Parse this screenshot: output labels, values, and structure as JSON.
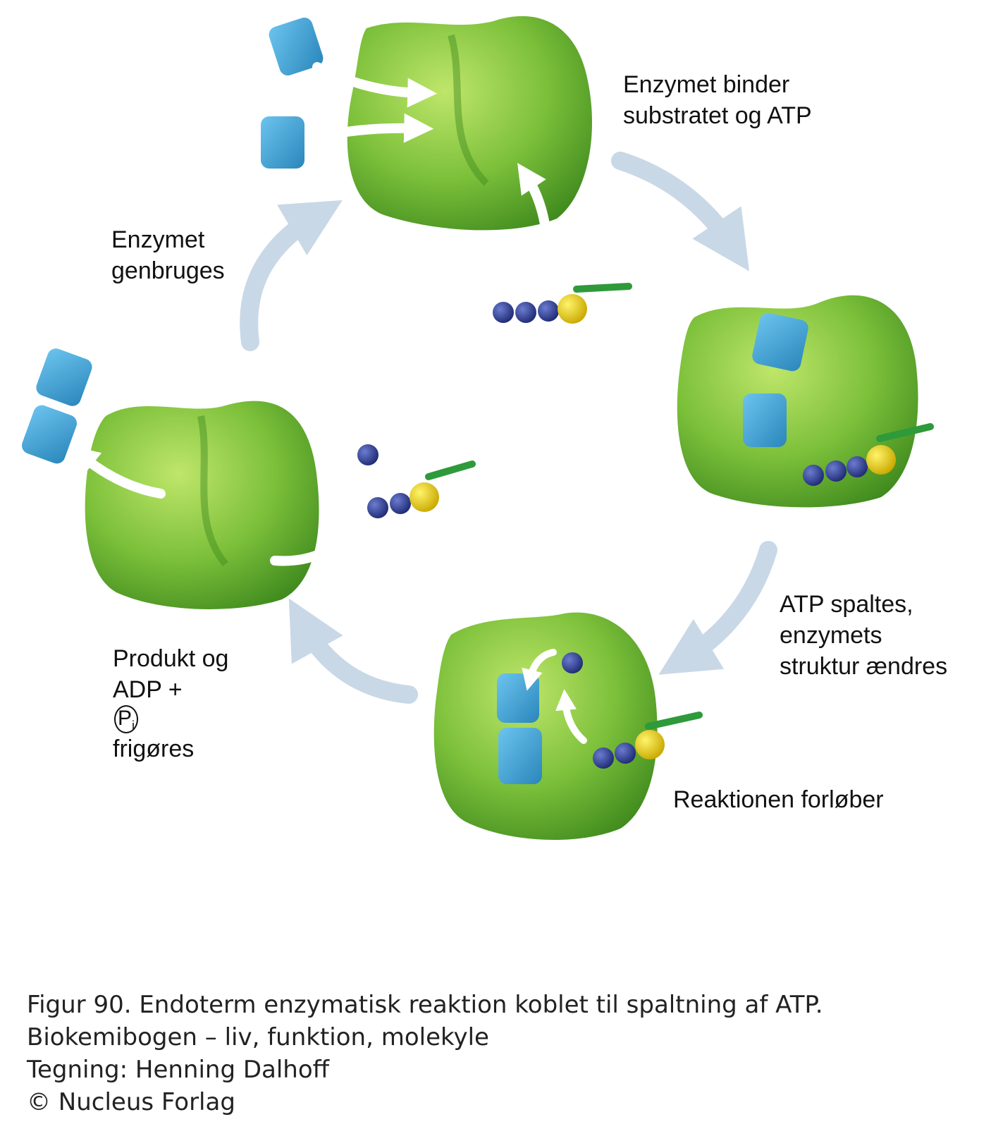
{
  "labels": {
    "step1": [
      "Enzymet binder",
      "substratet og ATP"
    ],
    "step2": [
      "ATP spaltes,",
      "enzymets",
      "struktur ændres"
    ],
    "step3": "Reaktionen forløber",
    "step4_line1": "Produkt og",
    "step4_line2_pre": "ADP +",
    "step4_pi": "P",
    "step4_pi_sub": "i",
    "step4_line2_post": " frigøres",
    "step5": [
      "Enzymet",
      "genbruges"
    ]
  },
  "caption": [
    "Figur 90. Endoterm enzymatisk reaktion koblet til spaltning af ATP.",
    "Biokemibogen – liv, funktion, molekyle",
    "Tegning: Henning Dalhoff",
    "© Nucleus Forlag"
  ],
  "colors": {
    "enzyme": "#7cc03a",
    "enzyme_dark": "#3f8a1e",
    "substrate": "#3a9fd2",
    "phosphate": "#2f3f94",
    "ribose": "#e6d21e",
    "base": "#2e9a3a",
    "cycle_arrow": "#c9d8e6"
  },
  "icons": [
    "enzyme-shape",
    "substrate-block",
    "atp-molecule",
    "cycle-arrow",
    "motion-arrow"
  ]
}
